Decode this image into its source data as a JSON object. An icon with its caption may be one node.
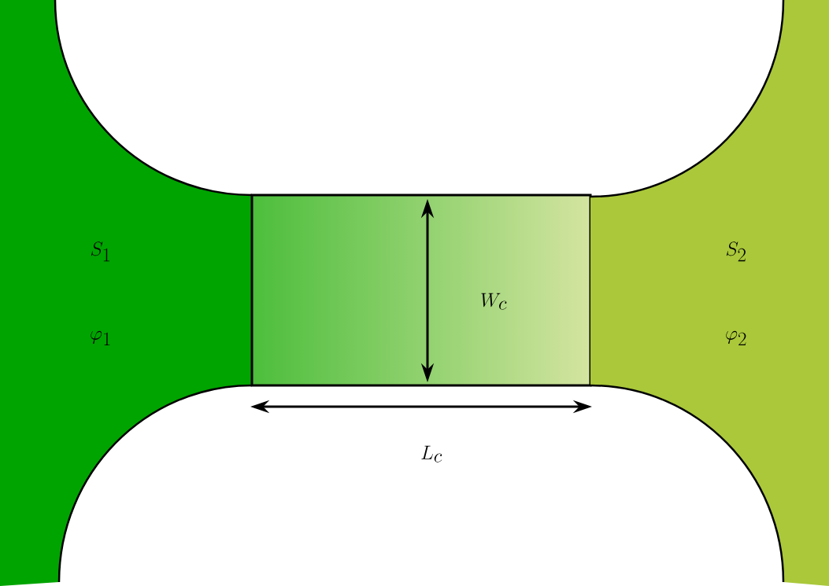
{
  "diagram": {
    "nodes": [
      {
        "text": [
          "S_1",
          "\\varphi_1"
        ]
      },
      {
        "text": [],
        "shape": "box"
      },
      {
        "text": [
          "S_2",
          "\\varphi_2"
        ]
      }
    ],
    "labels": [
      "W_c",
      "L_c"
    ]
  }
}
